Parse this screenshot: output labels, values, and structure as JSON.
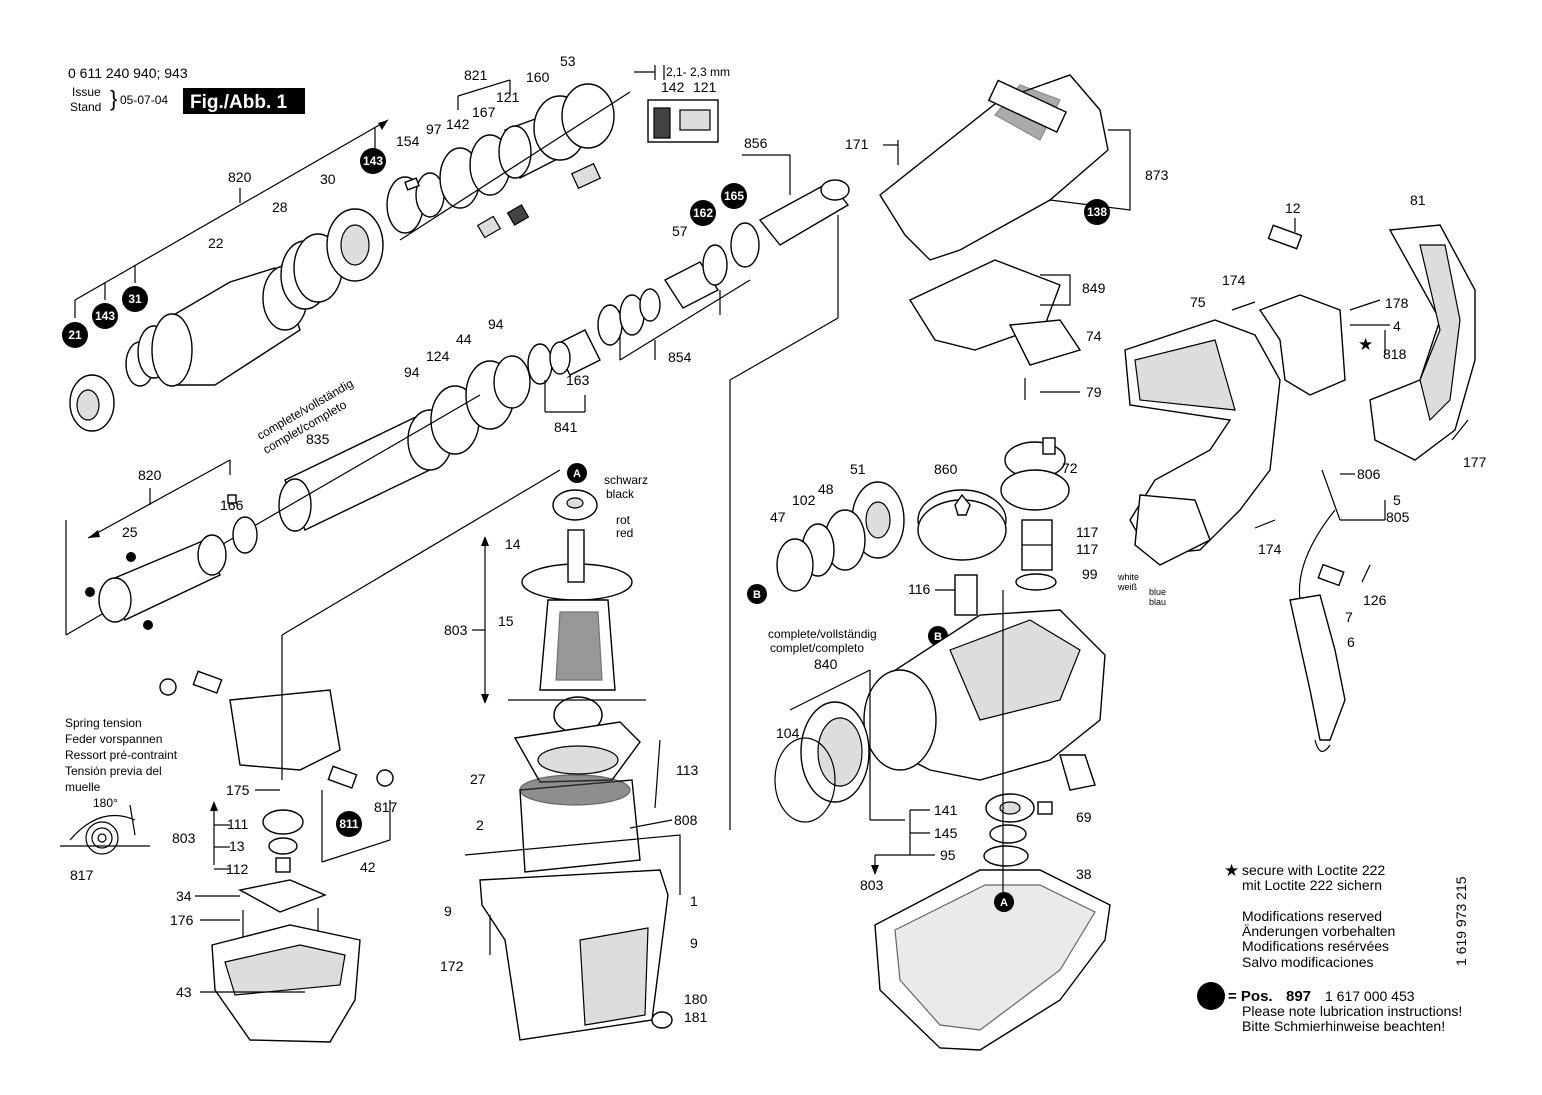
{
  "header": {
    "part_numbers": "0 611 240 940; 943",
    "issue_label": "Issue",
    "stand_label": "Stand",
    "date": "05-07-04",
    "figure_label": "Fig./Abb. 1"
  },
  "gap_spec": "2,1- 2,3 mm",
  "callouts": {
    "p821": "821",
    "p160": "160",
    "p53": "53",
    "p142a": "142",
    "p121a": "121",
    "p154": "154",
    "p97": "97",
    "p142": "142",
    "p167": "167",
    "p121": "121",
    "p820a": "820",
    "p30": "30",
    "p28": "28",
    "p22": "22",
    "p856": "856",
    "p57": "57",
    "p854": "854",
    "p163": "163",
    "p841": "841",
    "p94a": "94",
    "p44": "44",
    "p124": "124",
    "p94b": "94",
    "p835": "835",
    "p820b": "820",
    "p166": "166",
    "p25": "25",
    "p14": "14",
    "p15": "15",
    "p803a": "803",
    "p27": "27",
    "p113": "113",
    "p2": "2",
    "p808": "808",
    "p9a": "9",
    "p1": "1",
    "p9b": "9",
    "p172": "172",
    "p180": "180",
    "p181": "181",
    "p175": "175",
    "p817a": "817",
    "p111": "111",
    "p13": "13",
    "p112": "112",
    "p803b": "803",
    "p42": "42",
    "p817b": "817",
    "p34": "34",
    "p176": "176",
    "p43": "43",
    "p171": "171",
    "p873": "873",
    "p849": "849",
    "p74": "74",
    "p79": "79",
    "p51": "51",
    "p48": "48",
    "p102": "102",
    "p47": "47",
    "p860": "860",
    "p72": "72",
    "p117a": "117",
    "p117b": "117",
    "p116": "116",
    "p99": "99",
    "p840": "840",
    "p104": "104",
    "p141": "141",
    "p145": "145",
    "p95": "95",
    "p803c": "803",
    "p69": "69",
    "p38": "38",
    "p12": "12",
    "p81": "81",
    "p174a": "174",
    "p75": "75",
    "p178": "178",
    "p4": "4",
    "p818": "818",
    "p177": "177",
    "p806": "806",
    "p5": "5",
    "p805": "805",
    "p174b": "174",
    "p126": "126",
    "p7": "7",
    "p6": "6"
  },
  "badges": {
    "b143a": "143",
    "b143b": "143",
    "b21": "21",
    "b31": "31",
    "b162": "162",
    "b165": "165",
    "b138": "138",
    "b811": "811"
  },
  "markers": {
    "a1": "A",
    "a2": "A",
    "b1": "B",
    "b2": "B"
  },
  "labels": {
    "schwarz": "schwarz",
    "black": "black",
    "rot": "rot",
    "red": "red",
    "complete1a": "complete/vollständig",
    "complete1b": "complet/completo",
    "complete2a": "complete/vollständig",
    "complete2b": "complet/completo",
    "white": "white",
    "weiss": "weiß",
    "blue": "blue",
    "blau": "blau",
    "spring": [
      "Spring tension",
      "Feder vorspannen",
      "Ressort pré-contraint",
      "Tensión previa del",
      "muelle"
    ],
    "angle": "180°"
  },
  "notes": {
    "loctite_en": "secure with Loctite 222",
    "loctite_de": "mit Loctite 222 sichern",
    "mod_en": "Modifications reserved",
    "mod_de": "Änderungen vorbehalten",
    "mod_fr": "Modifications resérvées",
    "mod_es": "Salvo modificaciones",
    "pos_label": "= Pos.",
    "pos_number": "897",
    "pos_part": "1 617 000 453",
    "lub_en": "Please note lubrication instructions!",
    "lub_de": "Bitte Schmierhinweise beachten!",
    "doc_number": "1 619 973 215"
  },
  "colors": {
    "ink": "#000000",
    "paper": "#ffffff",
    "shade": "#dddddd"
  }
}
